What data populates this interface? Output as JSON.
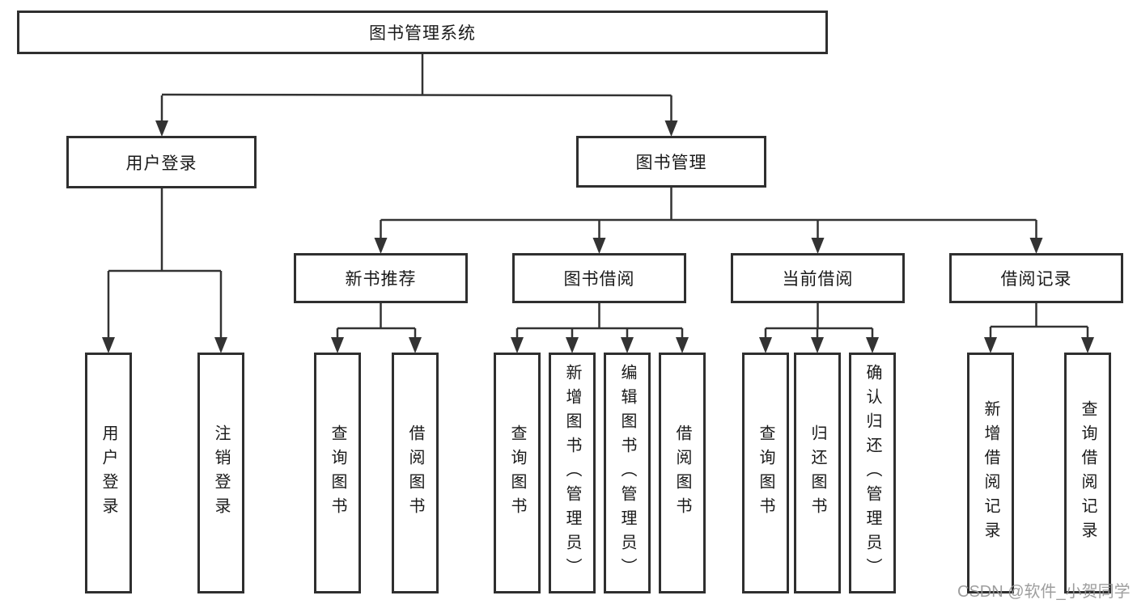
{
  "diagram": {
    "root": {
      "label": "图书管理系统"
    },
    "level2": [
      {
        "id": "user-login",
        "label": "用户登录"
      },
      {
        "id": "book-management",
        "label": "图书管理"
      }
    ],
    "level3": [
      {
        "id": "new-book-recommend",
        "label": "新书推荐",
        "parent": "图书管理"
      },
      {
        "id": "book-borrowing",
        "label": "图书借阅",
        "parent": "图书管理"
      },
      {
        "id": "current-borrowing",
        "label": "当前借阅",
        "parent": "图书管理"
      },
      {
        "id": "borrowing-records",
        "label": "借阅记录",
        "parent": "图书管理"
      }
    ],
    "leaves": [
      {
        "id": "user-login-leaf",
        "label": "用户登录",
        "parent": "用户登录"
      },
      {
        "id": "logout-leaf",
        "label": "注销登录",
        "parent": "用户登录"
      },
      {
        "id": "query-books-recommend",
        "label": "查询图书",
        "parent": "新书推荐"
      },
      {
        "id": "borrow-books-recommend",
        "label": "借阅图书",
        "parent": "新书推荐"
      },
      {
        "id": "query-books-borrow",
        "label": "查询图书",
        "parent": "图书借阅"
      },
      {
        "id": "add-book-admin",
        "label": "新增图书（管理员）",
        "parent": "图书借阅"
      },
      {
        "id": "edit-book-admin",
        "label": "编辑图书（管理员）",
        "parent": "图书借阅"
      },
      {
        "id": "borrow-books-borrow",
        "label": "借阅图书",
        "parent": "图书借阅"
      },
      {
        "id": "query-books-current",
        "label": "查询图书",
        "parent": "当前借阅"
      },
      {
        "id": "return-book",
        "label": "归还图书",
        "parent": "当前借阅"
      },
      {
        "id": "confirm-return-admin",
        "label": "确认归还（管理员）",
        "parent": "当前借阅"
      },
      {
        "id": "add-borrow-record",
        "label": "新增借阅记录",
        "parent": "借阅记录"
      },
      {
        "id": "query-borrow-record",
        "label": "查询借阅记录",
        "parent": "借阅记录"
      }
    ]
  },
  "watermark": {
    "text": "CSDN @软件_小贺同学"
  },
  "colors": {
    "line": "#333333",
    "box_border": "#2f2f2f",
    "text": "#1a1a1a",
    "watermark": "#949494",
    "background": "#ffffff"
  }
}
